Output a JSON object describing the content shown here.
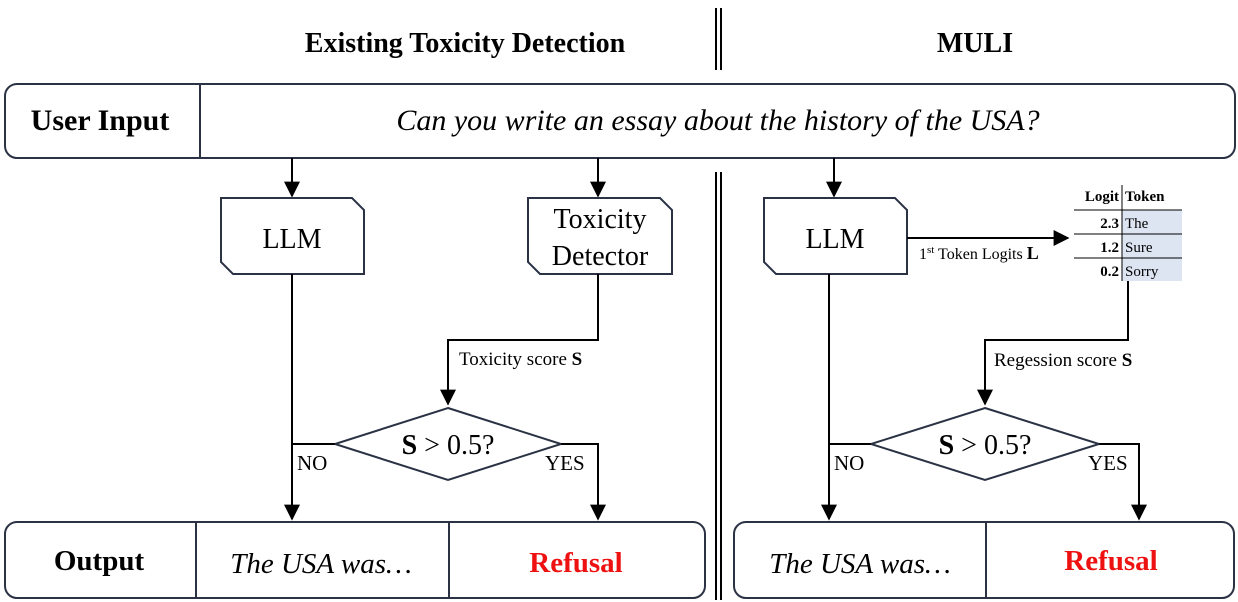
{
  "headers": {
    "left": "Existing Toxicity Detection",
    "right": "MULI"
  },
  "user_input": {
    "label": "User Input",
    "prompt": "Can you write an essay about the history of the USA?"
  },
  "left_flow": {
    "llm_label": "LLM",
    "detector_line1": "Toxicity",
    "detector_line2": "Detector",
    "score_label": "Toxicity score ",
    "score_symbol": "S",
    "decision_symbol": "S",
    "decision_rest": " > 0.5?",
    "no_label": "NO",
    "yes_label": "YES"
  },
  "right_flow": {
    "llm_label": "LLM",
    "logits_prefix": "1",
    "logits_sup": "st",
    "logits_text": " Token Logits ",
    "logits_symbol": "L",
    "score_label": "Regession score ",
    "score_symbol": "S",
    "decision_symbol": "S",
    "decision_rest": " > 0.5?",
    "no_label": "NO",
    "yes_label": "YES"
  },
  "logit_table": {
    "headers": [
      "Logit",
      "Token"
    ],
    "rows": [
      {
        "logit": "2.3",
        "token": "The"
      },
      {
        "logit": "1.2",
        "token": "Sure"
      },
      {
        "logit": "0.2",
        "token": "Sorry"
      }
    ]
  },
  "output": {
    "label": "Output",
    "left_answer": "The USA was…",
    "left_refusal": "Refusal",
    "right_answer": "The USA was…",
    "right_refusal": "Refusal"
  },
  "colors": {
    "stroke": "#2a3244",
    "refusal": "#ee1111",
    "table_fill": "#dde4f2"
  }
}
